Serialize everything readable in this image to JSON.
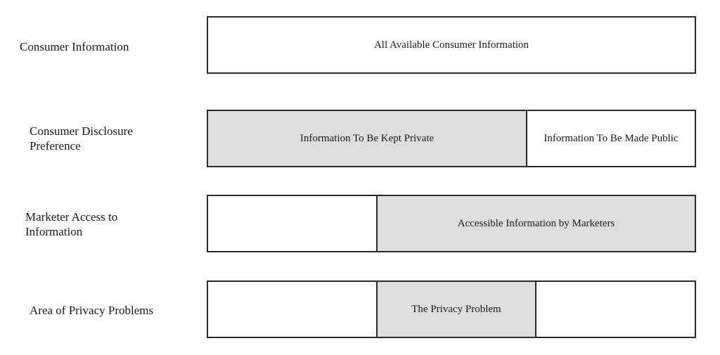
{
  "colors": {
    "shaded_fill": "#dedede",
    "plain_fill": "#ffffff",
    "border": "#2a2a2a"
  },
  "rows": [
    {
      "label": "Consumer Information",
      "segments": [
        {
          "text": "All Available Consumer Information",
          "fill": "plain"
        }
      ]
    },
    {
      "label": "Consumer Disclosure\nPreference",
      "segments": [
        {
          "text": "Information To Be Kept Private",
          "fill": "shaded"
        },
        {
          "text": "Information To Be Made Public",
          "fill": "plain"
        }
      ]
    },
    {
      "label": "Marketer Access to\nInformation",
      "segments": [
        {
          "text": "",
          "fill": "plain"
        },
        {
          "text": "Accessible Information by Marketers",
          "fill": "shaded"
        }
      ]
    },
    {
      "label": "Area of Privacy Problems",
      "segments": [
        {
          "text": "",
          "fill": "plain"
        },
        {
          "text": "The Privacy Problem",
          "fill": "shaded"
        },
        {
          "text": "",
          "fill": "plain"
        }
      ]
    }
  ]
}
